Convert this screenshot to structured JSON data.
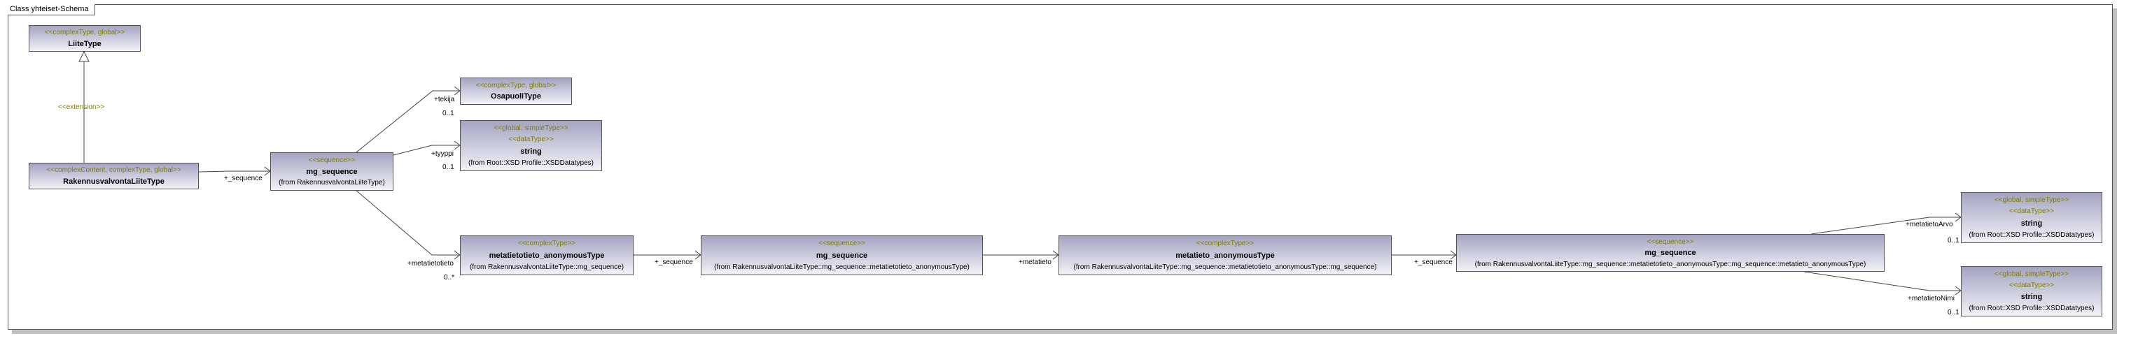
{
  "frame_title": "Class yhteiset-Schema",
  "boxes": {
    "liite": {
      "stereotype": "<<complexType, global>>",
      "name": "LiiteType"
    },
    "rakennus": {
      "stereotype": "<<complexContent, complexType, global>>",
      "name": "RakennusvalvontaLiiteType"
    },
    "seq1": {
      "stereotype": "<<sequence>>",
      "name": "mg_sequence",
      "from": "(from RakennusvalvontaLiiteType)"
    },
    "osapuoli": {
      "stereotype": "<<complexType, global>>",
      "name": "OsapuoliType"
    },
    "string1": {
      "stereotype": "<<global, simpleType>>",
      "stereotype2": "<<dataType>>",
      "name": "string",
      "from": "(from Root::XSD Profile::XSDDatatypes)"
    },
    "metatietotieto": {
      "stereotype": "<<complexType>>",
      "name": "metatietotieto_anonymousType",
      "from": "(from RakennusvalvontaLiiteType::mg_sequence)"
    },
    "seq2": {
      "stereotype": "<<sequence>>",
      "name": "mg_sequence",
      "from": "(from RakennusvalvontaLiiteType::mg_sequence::metatietotieto_anonymousType)"
    },
    "metatieto": {
      "stereotype": "<<complexType>>",
      "name": "metatieto_anonymousType",
      "from": "(from RakennusvalvontaLiiteType::mg_sequence::metatietotieto_anonymousType::mg_sequence)"
    },
    "seq3": {
      "stereotype": "<<sequence>>",
      "name": "mg_sequence",
      "from": "(from RakennusvalvontaLiiteType::mg_sequence::metatietotieto_anonymousType::mg_sequence::metatieto_anonymousType)"
    },
    "string2": {
      "stereotype": "<<global, simpleType>>",
      "stereotype2": "<<dataType>>",
      "name": "string",
      "from": "(from Root::XSD Profile::XSDDatatypes)"
    },
    "string3": {
      "stereotype": "<<global, simpleType>>",
      "stereotype2": "<<dataType>>",
      "name": "string",
      "from": "(from Root::XSD Profile::XSDDatatypes)"
    }
  },
  "labels": {
    "extension": "<<extension>>",
    "seq_role1": "+_sequence",
    "tekija": "+tekija",
    "tekija_mult": "0..1",
    "tyyppi": "+tyyppi",
    "tyyppi_mult": "0..1",
    "metatietotieto": "+metatietotieto",
    "metatietotieto_mult": "0..*",
    "seq_role2": "+_sequence",
    "metatieto": "+metatieto",
    "seq_role3": "+_sequence",
    "arvo": "+metatietoArvo",
    "arvo_mult": "0..1",
    "nimi": "+metatietoNimi",
    "nimi_mult": "0..1"
  },
  "colors": {
    "stereotype": "#7f7f00",
    "box_top": "#a4a4c2",
    "box_bottom": "#f2f2f8"
  }
}
